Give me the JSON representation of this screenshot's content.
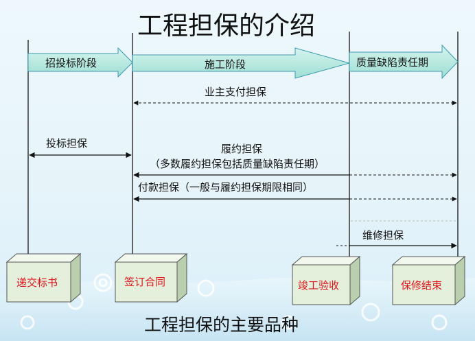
{
  "title": "工程担保的介绍",
  "footer": "工程担保的主要品种",
  "phases": {
    "bidding": "招投标阶段",
    "construction": "施工阶段",
    "defects_liability": "质量缺陷责任期"
  },
  "guarantees": {
    "owner_payment": "业主支付担保",
    "bid": "投标担保",
    "performance": "履约担保",
    "performance_note": "（多数履约担保包括质量缺陷责任期）",
    "payment": "付款担保（一般与履约担保期限相同）",
    "maintenance": "维修担保"
  },
  "milestones": {
    "submit_bid": "递交标书",
    "sign_contract": "签订合同",
    "completion": "竣工验收",
    "warranty_end": "保修结束"
  },
  "colors": {
    "arrow_fill": "#b7e9e1",
    "box_fill": "#e4efdc",
    "box_label": "#e0161c"
  }
}
